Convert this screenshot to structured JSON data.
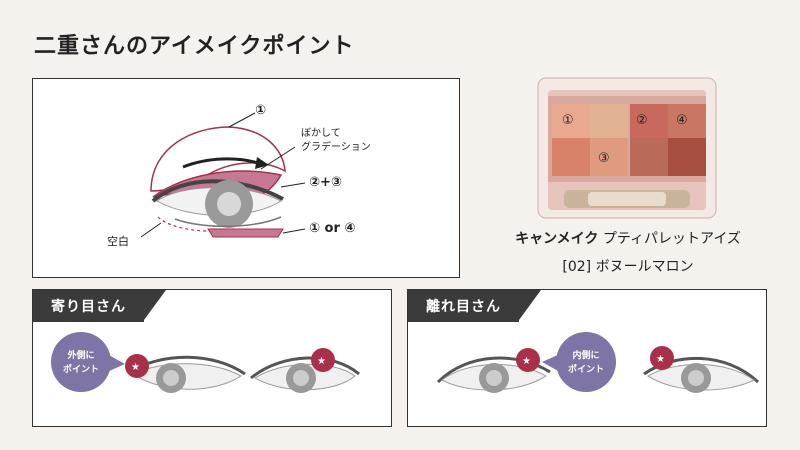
{
  "title": "二重さんのアイメイクポイント",
  "diagram": {
    "label_1": "①",
    "label_gradation_line1": "ぼかして",
    "label_gradation_line2": "グラデーション",
    "label_2_3": "②+③",
    "label_1_or_4": "① or ④",
    "label_blank": "空白"
  },
  "product": {
    "brand": "キャンメイク",
    "name": "プティパレットアイズ",
    "shade": "[02] ボヌールマロン",
    "pan_labels": [
      "①",
      "②",
      "④",
      "③"
    ],
    "colors": {
      "case": "#e6c4bc",
      "pan1": "#e8a98e",
      "pan2": "#c9695e",
      "pan3": "#d9826a",
      "pan4": "#c97663",
      "pan5": "#b96b58",
      "pan6": "#a8503f"
    }
  },
  "yori": {
    "header": "寄り目さん",
    "bubble_line1": "外側に",
    "bubble_line2": "ポイント"
  },
  "hanare": {
    "header": "離れ目さん",
    "bubble_line1": "内側に",
    "bubble_line2": "ポイント"
  },
  "colors": {
    "accent": "#a8304a",
    "bubble": "#7f74a6",
    "shadow_pink": "#c77895"
  }
}
